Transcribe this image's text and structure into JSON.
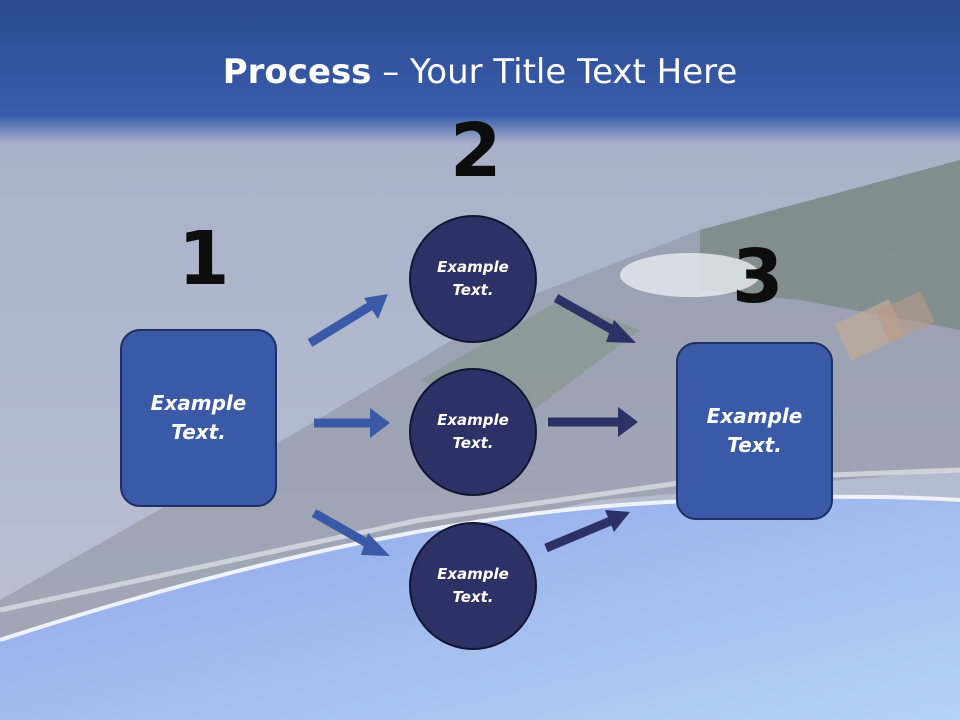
{
  "title": {
    "bold": "Process",
    "rest": " – Your Title Text Here"
  },
  "steps": [
    "1",
    "2",
    "3"
  ],
  "start_box": {
    "line1": "Example",
    "line2": "Text."
  },
  "end_box": {
    "line1": "Example",
    "line2": "Text."
  },
  "circles": [
    {
      "line1": "Example",
      "line2": "Text."
    },
    {
      "line1": "Example",
      "line2": "Text."
    },
    {
      "line1": "Example",
      "line2": "Text."
    }
  ],
  "colors": {
    "box": "#3a5aa8",
    "circle": "#2d3166",
    "arrow_left": "#3a5aa8",
    "arrow_right": "#2d3166"
  }
}
